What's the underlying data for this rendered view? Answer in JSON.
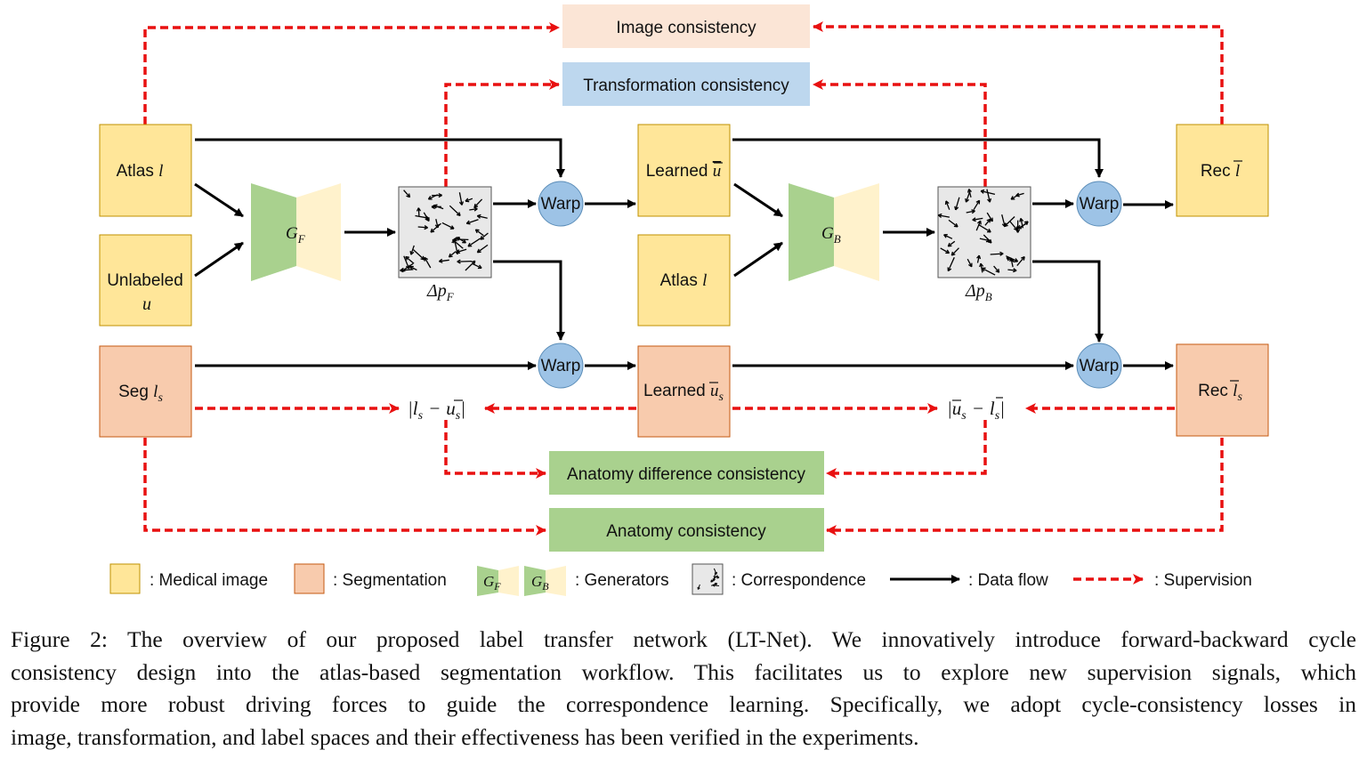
{
  "consistency": {
    "image": "Image consistency",
    "transformation": "Transformation consistency",
    "anatomy_difference": "Anatomy difference consistency",
    "anatomy": "Anatomy consistency"
  },
  "boxes": {
    "atlas_1": "Atlas",
    "unlabeled": "Unlabeled",
    "seg": "Seg",
    "learned_u": "Learned",
    "atlas_2": "Atlas",
    "learned_us": "Learned",
    "rec_l": "Rec",
    "rec_ls": "Rec"
  },
  "symbols": {
    "l": "l",
    "u": "u",
    "s": "s",
    "G": "G",
    "F": "F",
    "B": "B",
    "delta": "Δ",
    "p": "p",
    "minus": "−",
    "bar": "|"
  },
  "warp_label": "Warp",
  "legend": {
    "medical_image": ": Medical image",
    "segmentation": ": Segmentation",
    "generators": ": Generators",
    "correspondence": ": Correspondence",
    "data_flow": ": Data flow",
    "supervision": ": Supervision"
  },
  "caption": {
    "lines": [
      "Figure 2: The overview of our proposed label transfer network (LT-Net). We innovatively introduce forward-backward cycle",
      "consistency design into the atlas-based segmentation workflow. This facilitates us to explore new supervision signals, which",
      "provide more robust driving forces to guide the correspondence learning. Specifically, we adopt cycle-consistency losses in",
      "image, transformation, and label spaces and their effectiveness has been verified in the experiments."
    ]
  },
  "colors": {
    "medical_image": "#FFE699",
    "segmentation": "#F8CBAD",
    "generator_green": "#A9D18E",
    "generator_yellow": "#FFF2CC",
    "image_consistency": "#FBE5D6",
    "transformation_consistency": "#BDD7EE",
    "anatomy": "#A9D18E",
    "warp": "#9DC3E6",
    "supervision": "#E81010",
    "data_flow": "#000000"
  }
}
